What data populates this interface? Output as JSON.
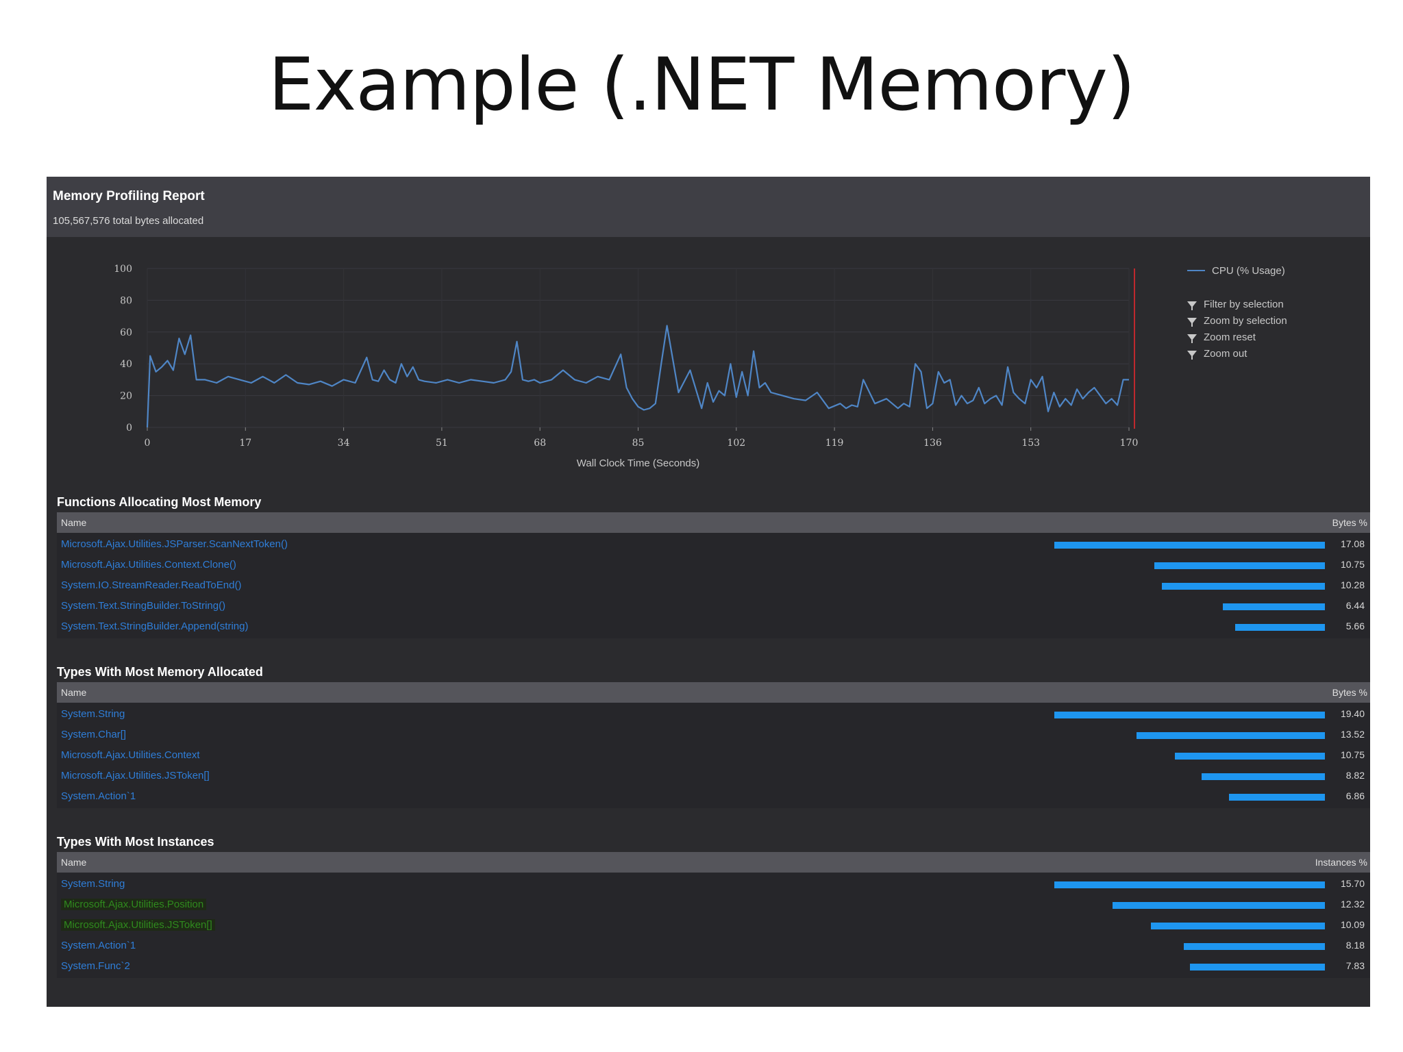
{
  "slide": {
    "title": "Example (.NET Memory)"
  },
  "report": {
    "title": "Memory Profiling Report",
    "subtitle": "105,567,576 total bytes allocated"
  },
  "chart_data": {
    "type": "line",
    "title": "",
    "xlabel": "Wall Clock Time (Seconds)",
    "ylabel": "",
    "xlim": [
      0,
      170
    ],
    "ylim": [
      0,
      100
    ],
    "x_ticks": [
      "0",
      "17",
      "34",
      "51",
      "68",
      "85",
      "102",
      "119",
      "136",
      "153",
      "170"
    ],
    "y_ticks": [
      "100",
      "80",
      "60",
      "40",
      "20",
      "0"
    ],
    "grid": true,
    "legend": "right",
    "marker_x": 170,
    "series": [
      {
        "name": "CPU (% Usage)",
        "color": "#4f86c6",
        "x": [
          0,
          0.5,
          1.5,
          2.5,
          3.5,
          4.5,
          5.5,
          6.5,
          7.5,
          8.5,
          10,
          12,
          14,
          16,
          18,
          20,
          22,
          24,
          26,
          28,
          30,
          32,
          34,
          36,
          38,
          39,
          40,
          41,
          42,
          43,
          44,
          45,
          46,
          47,
          48,
          50,
          52,
          54,
          56,
          58,
          60,
          62,
          63,
          64,
          65,
          66,
          67,
          68,
          70,
          72,
          74,
          76,
          78,
          80,
          82,
          83,
          84,
          85,
          86,
          87,
          88,
          89,
          90,
          92,
          94,
          96,
          97,
          98,
          99,
          100,
          101,
          102,
          103,
          104,
          105,
          106,
          107,
          108,
          109,
          110,
          112,
          114,
          116,
          118,
          120,
          121,
          122,
          123,
          124,
          126,
          128,
          130,
          131,
          132,
          133,
          134,
          135,
          136,
          137,
          138,
          139,
          140,
          141,
          142,
          143,
          144,
          145,
          146,
          147,
          148,
          149,
          150,
          151,
          152,
          153,
          154,
          155,
          156,
          157,
          158,
          159,
          160,
          161,
          162,
          163,
          164,
          165,
          166,
          167,
          168,
          169,
          170
        ],
        "values": [
          0,
          45,
          35,
          38,
          42,
          36,
          56,
          46,
          58,
          30,
          30,
          28,
          32,
          30,
          28,
          32,
          28,
          33,
          28,
          27,
          29,
          26,
          30,
          28,
          44,
          30,
          29,
          36,
          30,
          28,
          40,
          32,
          38,
          30,
          29,
          28,
          30,
          28,
          30,
          29,
          28,
          30,
          35,
          54,
          30,
          29,
          30,
          28,
          30,
          36,
          30,
          28,
          32,
          30,
          46,
          25,
          18,
          13,
          11,
          12,
          15,
          40,
          64,
          22,
          36,
          12,
          28,
          16,
          23,
          20,
          40,
          19,
          35,
          20,
          48,
          25,
          28,
          22,
          21,
          20,
          18,
          17,
          22,
          12,
          15,
          12,
          14,
          13,
          30,
          15,
          18,
          12,
          15,
          13,
          40,
          35,
          12,
          15,
          35,
          28,
          30,
          14,
          20,
          15,
          17,
          25,
          15,
          18,
          20,
          14,
          38,
          22,
          18,
          15,
          30,
          25,
          32,
          10,
          22,
          13,
          18,
          14,
          24,
          18,
          22,
          25,
          20,
          15,
          18,
          14,
          30,
          30
        ]
      }
    ]
  },
  "legend": {
    "series_label": "CPU (% Usage)",
    "actions": [
      "Filter by selection",
      "Zoom by selection",
      "Zoom reset",
      "Zoom out"
    ]
  },
  "sections": [
    {
      "title": "Functions Allocating Most Memory",
      "col_name": "Name",
      "col_metric": "Bytes %",
      "max": 17.08,
      "rows": [
        {
          "name": "Microsoft.Ajax.Utilities.JSParser.ScanNextToken()",
          "value": "17.08",
          "pct": 17.08,
          "highlight": false
        },
        {
          "name": "Microsoft.Ajax.Utilities.Context.Clone()",
          "value": "10.75",
          "pct": 10.75,
          "highlight": false
        },
        {
          "name": "System.IO.StreamReader.ReadToEnd()",
          "value": "10.28",
          "pct": 10.28,
          "highlight": false
        },
        {
          "name": "System.Text.StringBuilder.ToString()",
          "value": "6.44",
          "pct": 6.44,
          "highlight": false
        },
        {
          "name": "System.Text.StringBuilder.Append(string)",
          "value": "5.66",
          "pct": 5.66,
          "highlight": false
        }
      ]
    },
    {
      "title": "Types With Most Memory Allocated",
      "col_name": "Name",
      "col_metric": "Bytes %",
      "max": 19.4,
      "rows": [
        {
          "name": "System.String",
          "value": "19.40",
          "pct": 19.4,
          "highlight": false
        },
        {
          "name": "System.Char[]",
          "value": "13.52",
          "pct": 13.52,
          "highlight": false
        },
        {
          "name": "Microsoft.Ajax.Utilities.Context",
          "value": "10.75",
          "pct": 10.75,
          "highlight": false
        },
        {
          "name": "Microsoft.Ajax.Utilities.JSToken[]",
          "value": "8.82",
          "pct": 8.82,
          "highlight": false
        },
        {
          "name": "System.Action`1",
          "value": "6.86",
          "pct": 6.86,
          "highlight": false
        }
      ]
    },
    {
      "title": "Types With Most Instances",
      "col_name": "Name",
      "col_metric": "Instances %",
      "max": 15.7,
      "rows": [
        {
          "name": "System.String",
          "value": "15.70",
          "pct": 15.7,
          "highlight": false
        },
        {
          "name": "Microsoft.Ajax.Utilities.Position",
          "value": "12.32",
          "pct": 12.32,
          "highlight": true
        },
        {
          "name": "Microsoft.Ajax.Utilities.JSToken[]",
          "value": "10.09",
          "pct": 10.09,
          "highlight": true
        },
        {
          "name": "System.Action`1",
          "value": "8.18",
          "pct": 8.18,
          "highlight": false
        },
        {
          "name": "System.Func`2",
          "value": "7.83",
          "pct": 7.83,
          "highlight": false
        }
      ]
    }
  ]
}
